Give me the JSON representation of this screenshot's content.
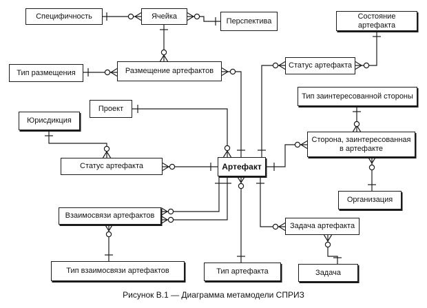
{
  "entities": {
    "specificity": "Специфичность",
    "cell": "Ячейка",
    "perspective": "Перспектива",
    "artifact_state": "Состояние артефакта",
    "placement_type": "Тип размещения",
    "artifact_placement": "Размещение артефактов",
    "artifact_status_top": "Статус артефакта",
    "stakeholder_type": "Тип заинтересованной стороны",
    "project": "Проект",
    "jurisdiction": "Юрисдикция",
    "stakeholder": "Сторона, заинтересованная в артефакте",
    "artifact_status_left": "Статус артефакта",
    "artifact": "Артефакт",
    "organization": "Организация",
    "artifact_relations": "Взаимосвязи артефактов",
    "artifact_task": "Задача артефакта",
    "relation_type": "Тип взаимосвязи артефактов",
    "artifact_type": "Тип артефакта",
    "task": "Задача"
  },
  "caption": "Рисунок В.1 — Диаграмма метамодели СПРИЗ"
}
